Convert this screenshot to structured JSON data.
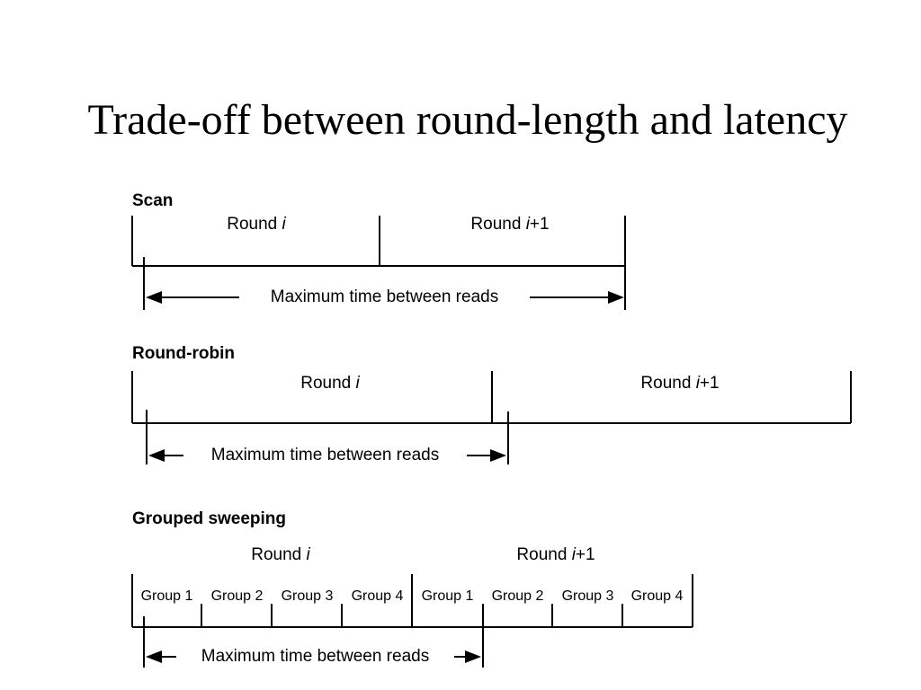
{
  "title": "Trade-off between round-length and latency",
  "sections": {
    "scan": {
      "title": "Scan",
      "round_1": {
        "word": "Round",
        "index": "i",
        "suffix": ""
      },
      "round_2": {
        "word": "Round",
        "index": "i",
        "suffix": "+1"
      },
      "span_label": "Maximum time between reads"
    },
    "round_robin": {
      "title": "Round-robin",
      "round_1": {
        "word": "Round",
        "index": "i",
        "suffix": ""
      },
      "round_2": {
        "word": "Round",
        "index": "i",
        "suffix": "+1"
      },
      "span_label": "Maximum time between reads"
    },
    "grouped_sweeping": {
      "title": "Grouped sweeping",
      "round_1": {
        "word": "Round",
        "index": "i",
        "suffix": ""
      },
      "round_2": {
        "word": "Round",
        "index": "i",
        "suffix": "+1"
      },
      "groups": [
        "Group 1",
        "Group 2",
        "Group 3",
        "Group 4",
        "Group 1",
        "Group 2",
        "Group 3",
        "Group 4"
      ],
      "span_label": "Maximum time between reads"
    }
  }
}
